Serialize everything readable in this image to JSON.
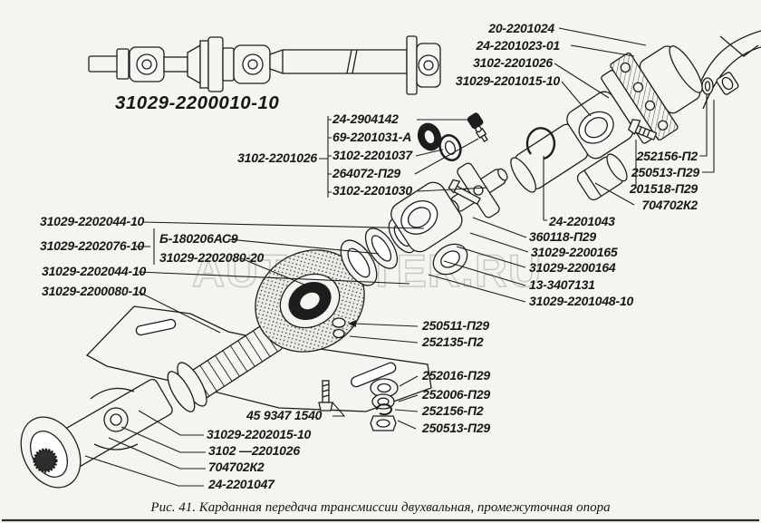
{
  "figure": {
    "caption": "Рис. 41. Карданная передача трансмиссии двухвальная, промежуточная опора",
    "watermark": "AUTOPITER.RU"
  },
  "colors": {
    "ink": "#1d1d1d",
    "paper": "#f5f4f0",
    "watermark": "#c6c5bf"
  },
  "labels": {
    "assembly_title": "31029-2200010-10",
    "top_right": [
      "20-2201024",
      "24-2201023-01",
      "3102-2201026",
      "31029-2201015-10"
    ],
    "seal_bracket_side": "3102-2201026",
    "seal_group": [
      "24-2904142",
      "69-2201031-А",
      "3102-2201037",
      "264072-П29",
      "3102-2201030"
    ],
    "rear_fasteners": [
      "252156-П2",
      "250513-П29",
      "201518-П29",
      "704702К2"
    ],
    "rear_parts": [
      "24-2201043",
      "360118-П29",
      "31029-2200165",
      "31029-2200164",
      "13-3407131",
      "31029-2201048-10"
    ],
    "left_parts": [
      "31029-2202044-10",
      "31029-2202076-10",
      "31029-2202044-10",
      "31029-2200080-10"
    ],
    "bearing_bracket_group": [
      "Б-180206АС9",
      "31029-2202080-20"
    ],
    "support_fasteners": [
      "250511-П29",
      "252135-П2"
    ],
    "washer_stack": [
      "252016-П29",
      "252006-П29",
      "252156-П2",
      "250513-П29"
    ],
    "bottom_left": [
      "45 9347 1540",
      "31029-2202015-10",
      "3102 —2201026",
      "704702К2",
      "24-2201047"
    ]
  }
}
